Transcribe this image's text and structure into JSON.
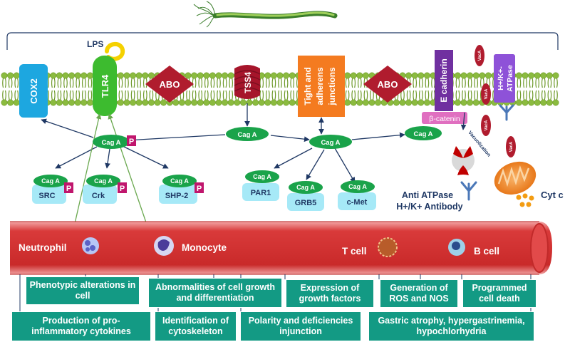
{
  "colors": {
    "membrane_head": "#8bbb3f",
    "membrane_tail": "#6e9a2a",
    "cytoplasm_arrow": "#1f3864",
    "caga_green": "#1aa34a",
    "protein_light_blue": "#a6e9f7",
    "phospho_magenta": "#c0166d",
    "abo_red": "#b01c2e",
    "tss4_red": "#a6152b",
    "tight_junction_orange": "#f47b20",
    "ecadherin_purple": "#7030a0",
    "bcatenin_pink": "#e06fc0",
    "tlr4_green": "#3dbb2f",
    "cox2_blue": "#1da7e0",
    "vessel_red": "#d93a3a",
    "box_teal": "#139a84"
  },
  "membrane": {
    "lps": "LPS",
    "cox2": "COX2",
    "tlr4": "TLR4",
    "abo_left": "ABO",
    "tss4": "TSS4",
    "tight_junctions": [
      "Tight and",
      "adherens",
      "junctions"
    ],
    "abo_right": "ABO",
    "e_cadherin": "E cadherin",
    "b_catenin": "β-catenin",
    "h_k_atpase": [
      "H+/K+-",
      "ATPase"
    ],
    "vac_a": "VacA"
  },
  "signaling": {
    "caga_center": "Cag A",
    "caga_left": "Cag A",
    "caga_right_hub": "Cag A",
    "caga_ecad": "Cag A",
    "phospho": "P",
    "left_targets": [
      {
        "caga": "Cag A",
        "name": "SRC",
        "phospho": "P"
      },
      {
        "caga": "Cag A",
        "name": "Crk",
        "phospho": "P"
      },
      {
        "caga": "Cag A",
        "name": "SHP-2",
        "phospho": "P"
      }
    ],
    "right_targets": [
      {
        "caga": "Cag A",
        "name": "PAR1"
      },
      {
        "caga": "Cag A",
        "name": "GRB5"
      },
      {
        "caga": "Cag A",
        "name": "c-Met"
      }
    ]
  },
  "vac_panel": {
    "vacuolization": "Vacuolization",
    "antibody": [
      "Anti ATPase",
      "H+/K+ Antibody"
    ],
    "cyt_c": "Cyt c"
  },
  "vessel": {
    "cells": [
      "Neutrophil",
      "Monocyte",
      "T cell",
      "B cell"
    ]
  },
  "outcomes": [
    {
      "text": "Phenotypic alterations in cell"
    },
    {
      "text": "Abnormalities of cell growth and differentiation"
    },
    {
      "text": "Expression of growth factors"
    },
    {
      "text": "Generation of ROS and NOS"
    },
    {
      "text": "Programmed cell death"
    },
    {
      "text": "Production of pro-inflammatory cytokines"
    },
    {
      "text": "Identification of cytoskeleton"
    },
    {
      "text": "Polarity and deficiencies injunction"
    },
    {
      "text": "Gastric atrophy, hypergastrinemia, hypochlorhydria"
    }
  ]
}
